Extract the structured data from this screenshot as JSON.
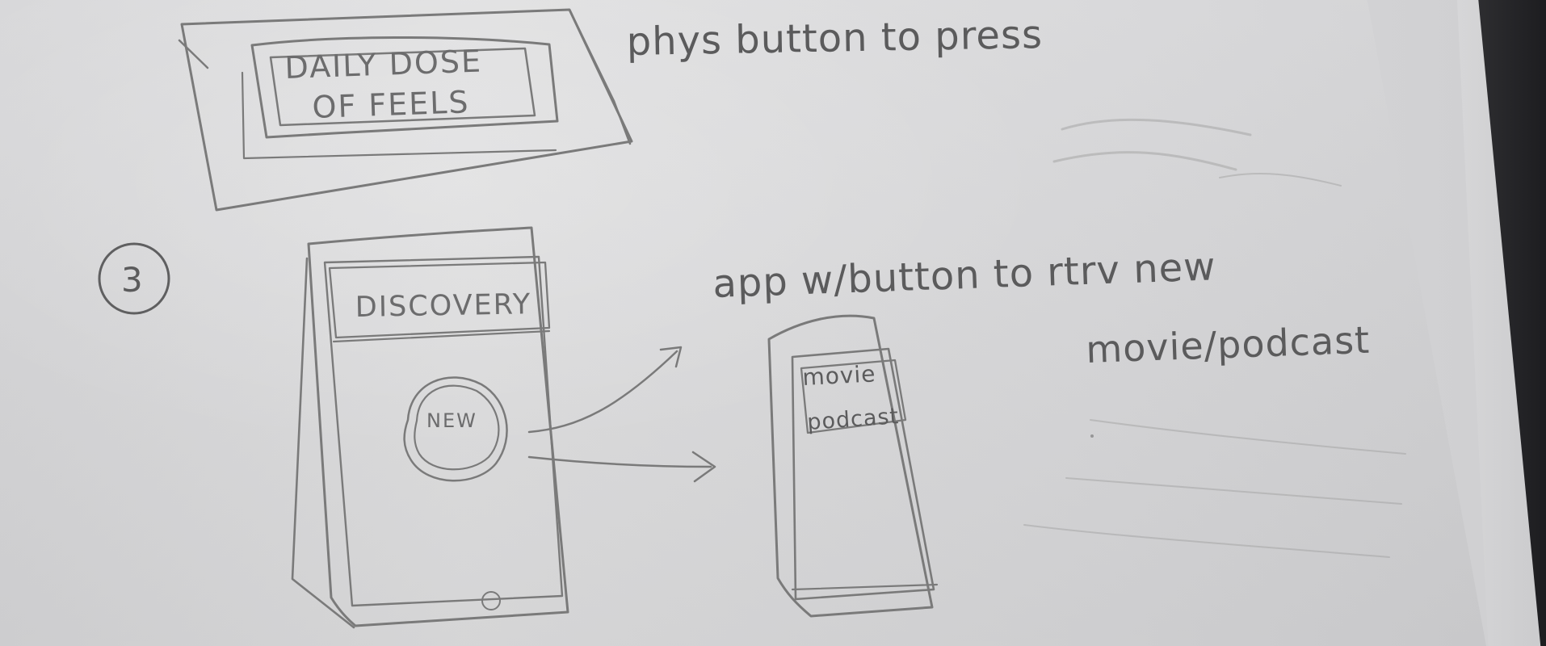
{
  "sketch": {
    "top_panel": {
      "button_line_1": "DAILY DOSE",
      "button_line_2": "OF FEELS",
      "note": "phys button to press"
    },
    "step_three": {
      "number": "3",
      "phone_header": "DISCOVERY",
      "button_label": "NEW",
      "note_line_1": "app w/button to rtrv new",
      "note_line_2": "movie/podcast",
      "result_line_1": "movie",
      "result_line_2": "podcast"
    }
  }
}
